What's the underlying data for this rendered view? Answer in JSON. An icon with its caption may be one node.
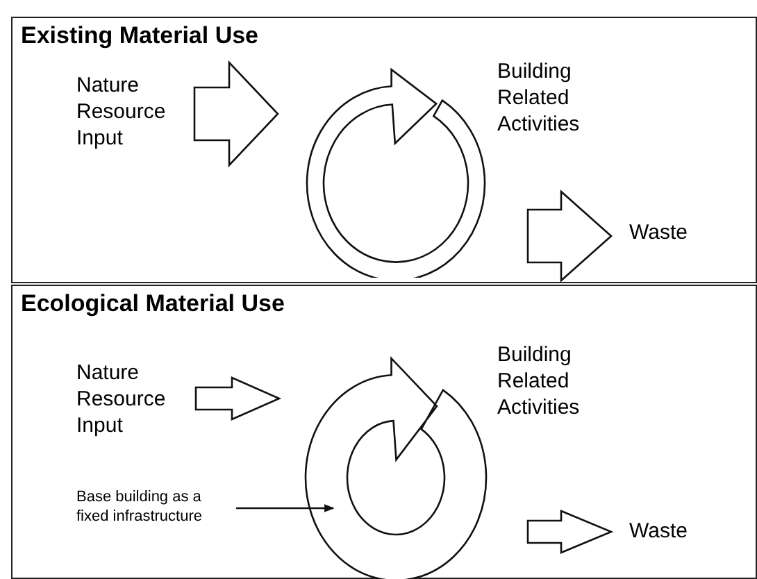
{
  "diagram": {
    "nodes": [
      {
        "text": [
          "Existing Material Use"
        ]
      },
      {
        "text": [
          "Nature Resource Input"
        ],
        "in": 0
      },
      {
        "text": [],
        "shape": "circle",
        "in": 0
      },
      {
        "text": [
          "Building Related Activities"
        ],
        "in": 0
      },
      {
        "text": [
          "Waste"
        ],
        "in": 0
      },
      {
        "text": [
          "Ecological Material Use"
        ]
      },
      {
        "text": [
          "Nature Resource Input"
        ],
        "in": 5
      },
      {
        "text": [],
        "shape": "circle",
        "in": 5
      },
      {
        "text": [
          "Building Related Activities"
        ],
        "in": 5
      },
      {
        "text": [
          "Waste"
        ],
        "in": 5
      },
      {
        "text": [
          "Base building as a fixed infrastructure"
        ],
        "in": 5
      }
    ],
    "edges": [
      {
        "from": 1,
        "to": 2,
        "arrow": "to",
        "style": "thick"
      },
      {
        "from": 2,
        "to": 4,
        "arrow": "to",
        "style": "thick"
      },
      {
        "from": 6,
        "to": 7,
        "arrow": "to",
        "style": "thick"
      },
      {
        "from": 7,
        "to": 9,
        "arrow": "to",
        "style": "thick"
      },
      {
        "from": 10,
        "to": 7,
        "arrow": "to"
      }
    ]
  }
}
